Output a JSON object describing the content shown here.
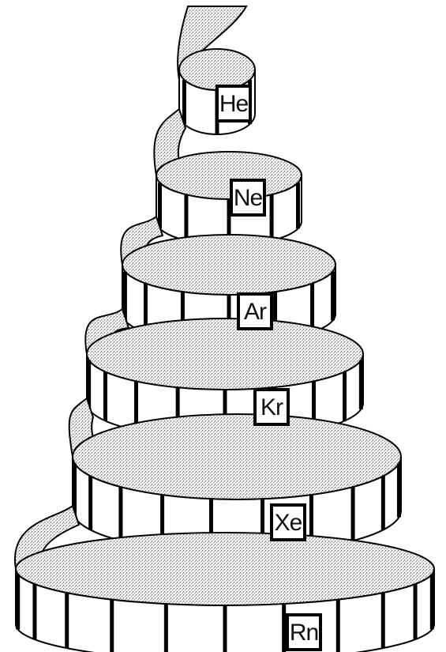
{
  "diagram": {
    "elements": [
      "He",
      "Ne",
      "Ar",
      "Kr",
      "Xe",
      "Rn"
    ],
    "colors": {
      "ink": "#000000",
      "stipple": "#bdbdbd",
      "band": "#ffffff"
    }
  }
}
